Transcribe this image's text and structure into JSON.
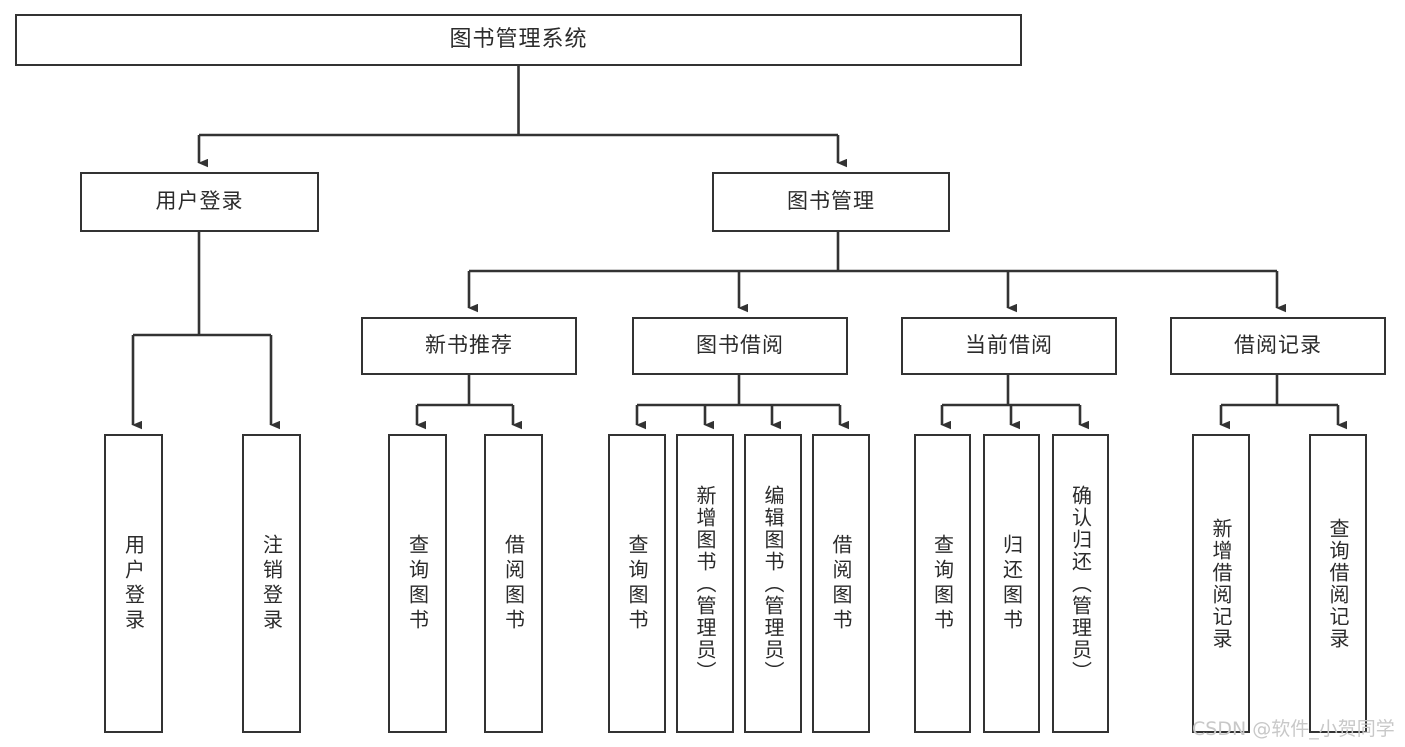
{
  "diagram": {
    "title": "图书管理系统",
    "type": "tree-hierarchy-chart",
    "colors": {
      "border": "#333333",
      "text": "#2b2b2b",
      "background": "#ffffff",
      "watermark": "#c8c8c8"
    },
    "root": {
      "label": "图书管理系统"
    },
    "level2": [
      {
        "label": "用户登录"
      },
      {
        "label": "图书管理"
      }
    ],
    "level3": [
      {
        "label": "新书推荐"
      },
      {
        "label": "图书借阅"
      },
      {
        "label": "当前借阅"
      },
      {
        "label": "借阅记录"
      }
    ],
    "leaves": {
      "user_login": [
        {
          "label": "用户登录"
        },
        {
          "label": "注销登录"
        }
      ],
      "new_book_recommend": [
        {
          "label": "查询图书"
        },
        {
          "label": "借阅图书"
        }
      ],
      "book_borrow": [
        {
          "label": "查询图书"
        },
        {
          "label": "新增图书（管理员）"
        },
        {
          "label": "编辑图书（管理员）"
        },
        {
          "label": "借阅图书"
        }
      ],
      "current_borrow": [
        {
          "label": "查询图书"
        },
        {
          "label": "归还图书"
        },
        {
          "label": "确认归还（管理员）"
        }
      ],
      "borrow_record": [
        {
          "label": "新增借阅记录"
        },
        {
          "label": "查询借阅记录"
        }
      ]
    },
    "watermark": "CSDN @软件_小贺同学"
  }
}
